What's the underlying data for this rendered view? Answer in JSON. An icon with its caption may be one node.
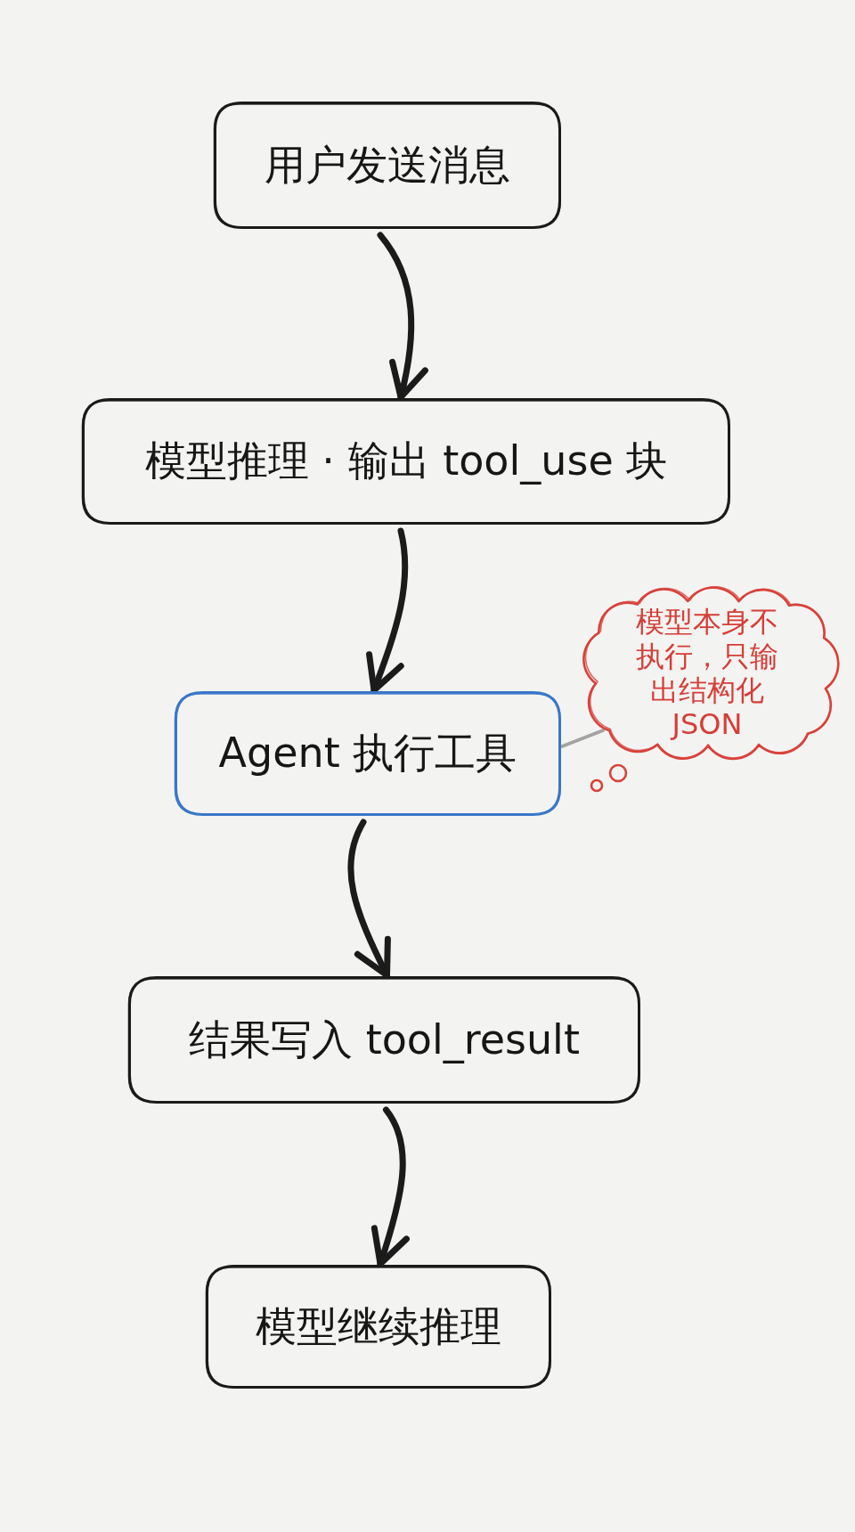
{
  "diagram": {
    "nodes": [
      {
        "text": [
          "用户发送消息"
        ]
      },
      {
        "text": [
          "模型推理 · 输出 tool_use 块"
        ]
      },
      {
        "text": [
          "Agent 执行工具"
        ]
      },
      {
        "text": [
          "模型本身不执行，只输出结构化JSON"
        ]
      },
      {
        "text": [
          "结果写入 tool_result"
        ]
      },
      {
        "text": [
          "模型继续推理"
        ]
      }
    ],
    "edges": [
      {
        "from": 0,
        "to": 1,
        "arrow": "to"
      },
      {
        "from": 1,
        "to": 2,
        "arrow": "to"
      },
      {
        "from": 2,
        "to": 4,
        "arrow": "to"
      },
      {
        "from": 4,
        "to": 5,
        "arrow": "to"
      },
      {
        "from": 3,
        "to": 2,
        "arrow": "none",
        "color": "#a3a3a3"
      }
    ]
  }
}
